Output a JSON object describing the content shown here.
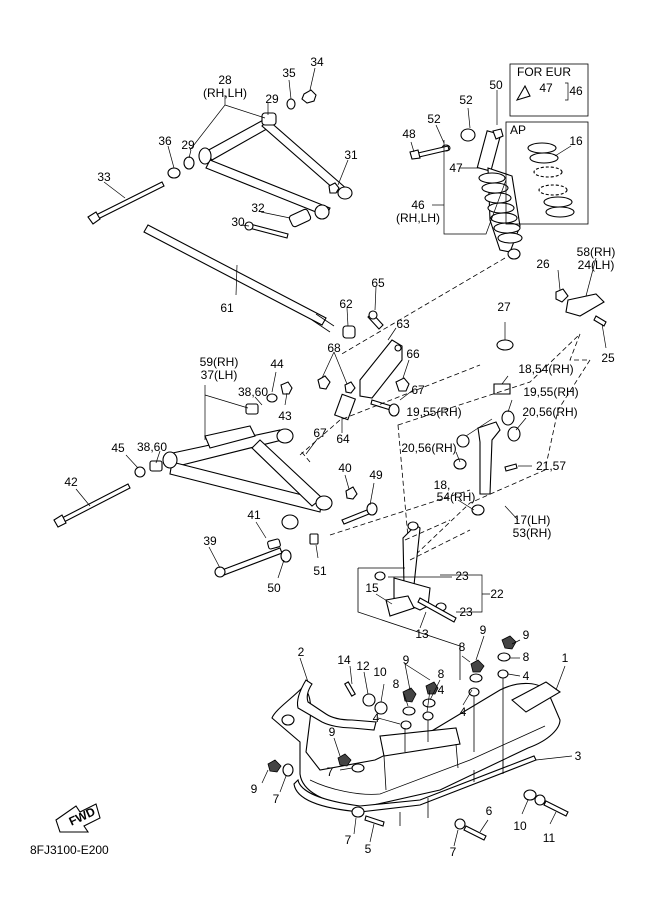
{
  "diagram_code": "8FJ3100-E200",
  "fwd_label": "FWD",
  "box_eur_title": "FOR EUR",
  "box_eur_item": "47",
  "box_eur_ref": "46",
  "box_ap_title": "AP",
  "labels": {
    "l1": "1",
    "l2": "2",
    "l3": "3",
    "l4a": "4",
    "l4b": "4",
    "l4c": "4",
    "l4d": "4",
    "l5": "5",
    "l6": "6",
    "l7a": "7",
    "l7b": "7",
    "l7c": "7",
    "l7d": "7",
    "l8a": "8",
    "l8b": "8",
    "l8c": "8",
    "l8d": "8",
    "l9a": "9",
    "l9b": "9",
    "l9c": "9",
    "l9d": "9",
    "l9e": "9",
    "l10a": "10",
    "l10b": "10",
    "l11": "11",
    "l12": "12",
    "l13": "13",
    "l14": "14",
    "l15": "15",
    "l16": "16",
    "l17": "17(LH)",
    "l53": "53(RH)",
    "l18a": "18,54(RH)",
    "l18b": "18,",
    "l18c": "54(RH)",
    "l19a": "19,55(RH)",
    "l19b": "19,55(RH)",
    "l20a": "20,56(RH)",
    "l20b": "20,56(RH)",
    "l21": "21,57",
    "l22": "22",
    "l23a": "23",
    "l23b": "23",
    "l24": "24(LH)",
    "l58": "58(RH)",
    "l25": "25",
    "l26": "26",
    "l27": "27",
    "l28": "28",
    "l28s": "(RH,LH)",
    "l29a": "29",
    "l29b": "29",
    "l30": "30",
    "l31": "31",
    "l32": "32",
    "l33": "33",
    "l34": "34",
    "l35": "35",
    "l36": "36",
    "l38a": "38,60",
    "l38b": "38,60",
    "l39": "39",
    "l40": "40",
    "l41": "41",
    "l42": "42",
    "l43": "43",
    "l44": "44",
    "l45": "45",
    "l46": "46",
    "l46s": "(RH,LH)",
    "l47": "47",
    "l48": "48",
    "l49": "49",
    "l50a": "50",
    "l50b": "50",
    "l51": "51",
    "l52a": "52",
    "l52b": "52",
    "l59": "59(RH)",
    "l37": "37(LH)",
    "l61": "61",
    "l62": "62",
    "l63": "63",
    "l64": "64",
    "l65": "65",
    "l66": "66",
    "l67a": "67",
    "l67b": "67",
    "l68": "68"
  }
}
